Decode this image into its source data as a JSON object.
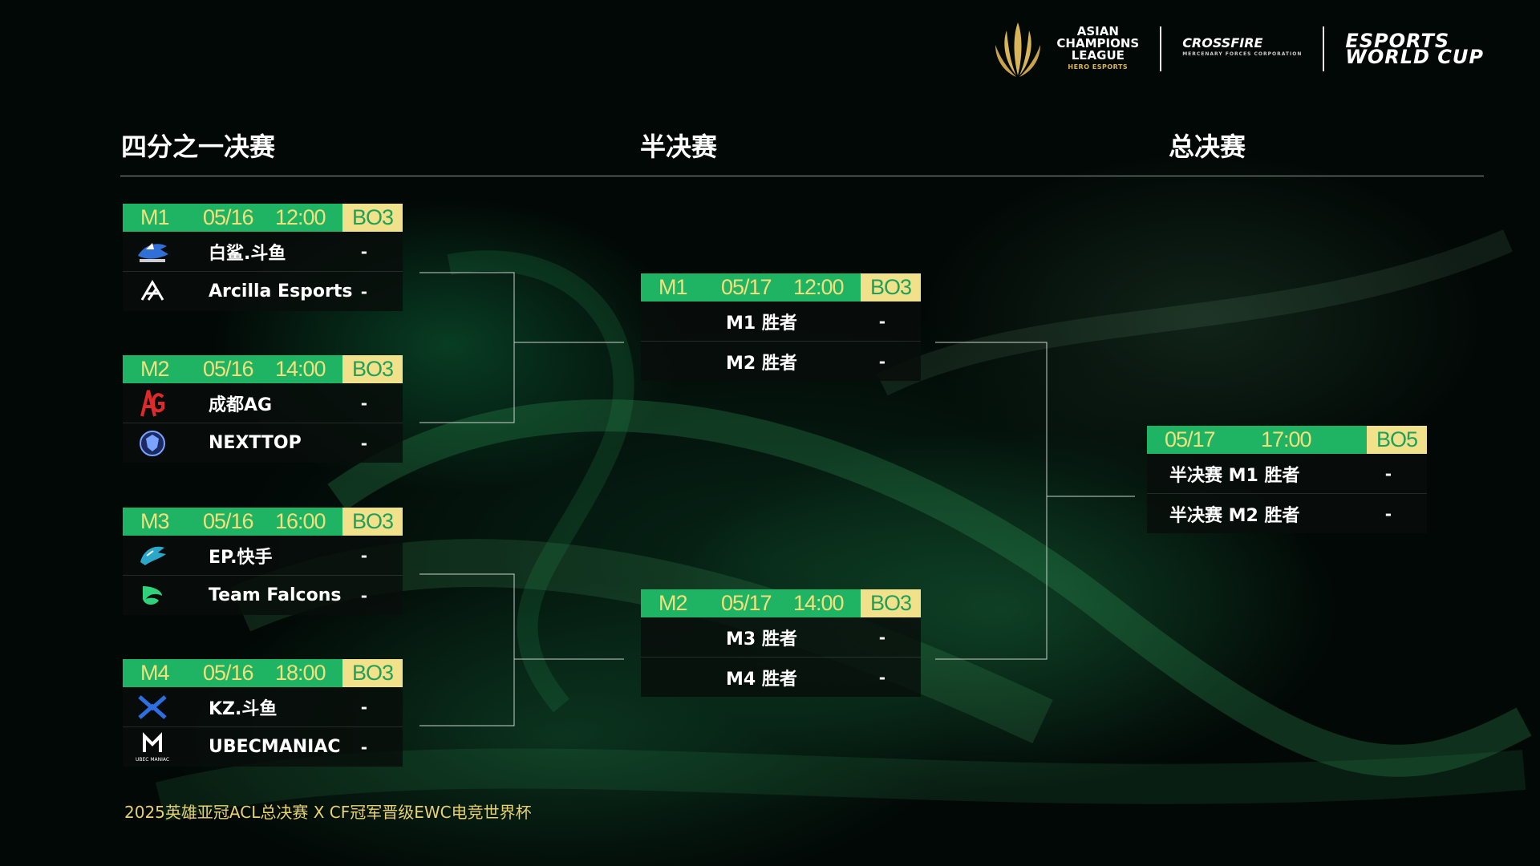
{
  "header": {
    "acl": {
      "line1": "ASIAN",
      "line2": "CHAMPIONS",
      "line3": "LEAGUE",
      "sub": "HERO ESPORTS"
    },
    "crossfire": {
      "name": "CROSSFIRE",
      "tag": "MERCENARY FORCES CORPORATION"
    },
    "ewc": {
      "line1": "ESPORTS",
      "line2": "WORLD CUP"
    }
  },
  "stages": {
    "quarter": "四分之一决赛",
    "semi": "半决赛",
    "final": "总决赛"
  },
  "quarterfinals": [
    {
      "match": "M1",
      "date": "05/16",
      "time": "12:00",
      "format": "BO3",
      "teams": [
        {
          "name": "白鲨.斗鱼",
          "score": "-",
          "icon": "shark-logo-icon"
        },
        {
          "name": "Arcilla Esports",
          "score": "-",
          "icon": "arcilla-logo-icon"
        }
      ]
    },
    {
      "match": "M2",
      "date": "05/16",
      "time": "14:00",
      "format": "BO3",
      "teams": [
        {
          "name": "成都AG",
          "score": "-",
          "icon": "ag-logo-icon"
        },
        {
          "name": "NEXTTOP",
          "score": "-",
          "icon": "nexttop-logo-icon"
        }
      ]
    },
    {
      "match": "M3",
      "date": "05/16",
      "time": "16:00",
      "format": "BO3",
      "teams": [
        {
          "name": "EP.快手",
          "score": "-",
          "icon": "dragon-logo-icon"
        },
        {
          "name": "Team Falcons",
          "score": "-",
          "icon": "falcons-logo-icon"
        }
      ]
    },
    {
      "match": "M4",
      "date": "05/16",
      "time": "18:00",
      "format": "BO3",
      "teams": [
        {
          "name": "KZ.斗鱼",
          "score": "-",
          "icon": "kz-logo-icon"
        },
        {
          "name": "UBECMANIAC",
          "score": "-",
          "icon": "ubec-logo-icon",
          "icon_caption": "UBEC MANIAC"
        }
      ]
    }
  ],
  "semifinals": [
    {
      "match": "M1",
      "date": "05/17",
      "time": "12:00",
      "format": "BO3",
      "teams": [
        {
          "name": "M1 胜者",
          "score": "-"
        },
        {
          "name": "M2 胜者",
          "score": "-"
        }
      ]
    },
    {
      "match": "M2",
      "date": "05/17",
      "time": "14:00",
      "format": "BO3",
      "teams": [
        {
          "name": "M3 胜者",
          "score": "-"
        },
        {
          "name": "M4 胜者",
          "score": "-"
        }
      ]
    }
  ],
  "final": {
    "date": "05/17",
    "time": "17:00",
    "format": "BO5",
    "teams": [
      {
        "name": "半决赛 M1 胜者",
        "score": "-"
      },
      {
        "name": "半决赛 M2 胜者",
        "score": "-"
      }
    ]
  },
  "footer": "2025英雄亚冠ACL总决赛 X CF冠军晋级EWC电竞世界杯",
  "colors": {
    "header_green": "#1fb364",
    "header_yellow": "#f1e18a",
    "date_text": "#f3e07a",
    "footer_text": "#e8d170"
  }
}
